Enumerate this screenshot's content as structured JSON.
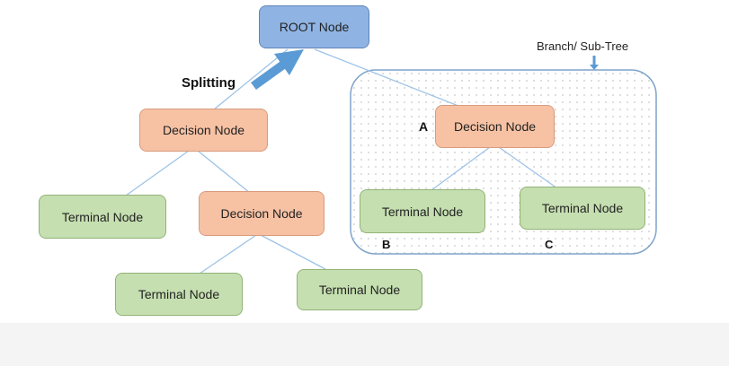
{
  "nodes": {
    "root": "ROOT Node",
    "decision_left": "Decision Node",
    "decision_middle": "Decision Node",
    "decision_right": "Decision Node",
    "terminal_left": "Terminal Node",
    "terminal_bottom_left": "Terminal Node",
    "terminal_bottom_right": "Terminal Node",
    "terminal_b": "Terminal Node",
    "terminal_c": "Terminal Node"
  },
  "labels": {
    "splitting": "Splitting",
    "branch": "Branch/ Sub-Tree",
    "a": "A",
    "b": "B",
    "c": "C"
  },
  "colors": {
    "root": "#8fb4e3",
    "decision": "#f7c2a4",
    "terminal": "#c5dfb0",
    "arrow": "#5b9bd5",
    "connector": "#9dc3e6"
  }
}
